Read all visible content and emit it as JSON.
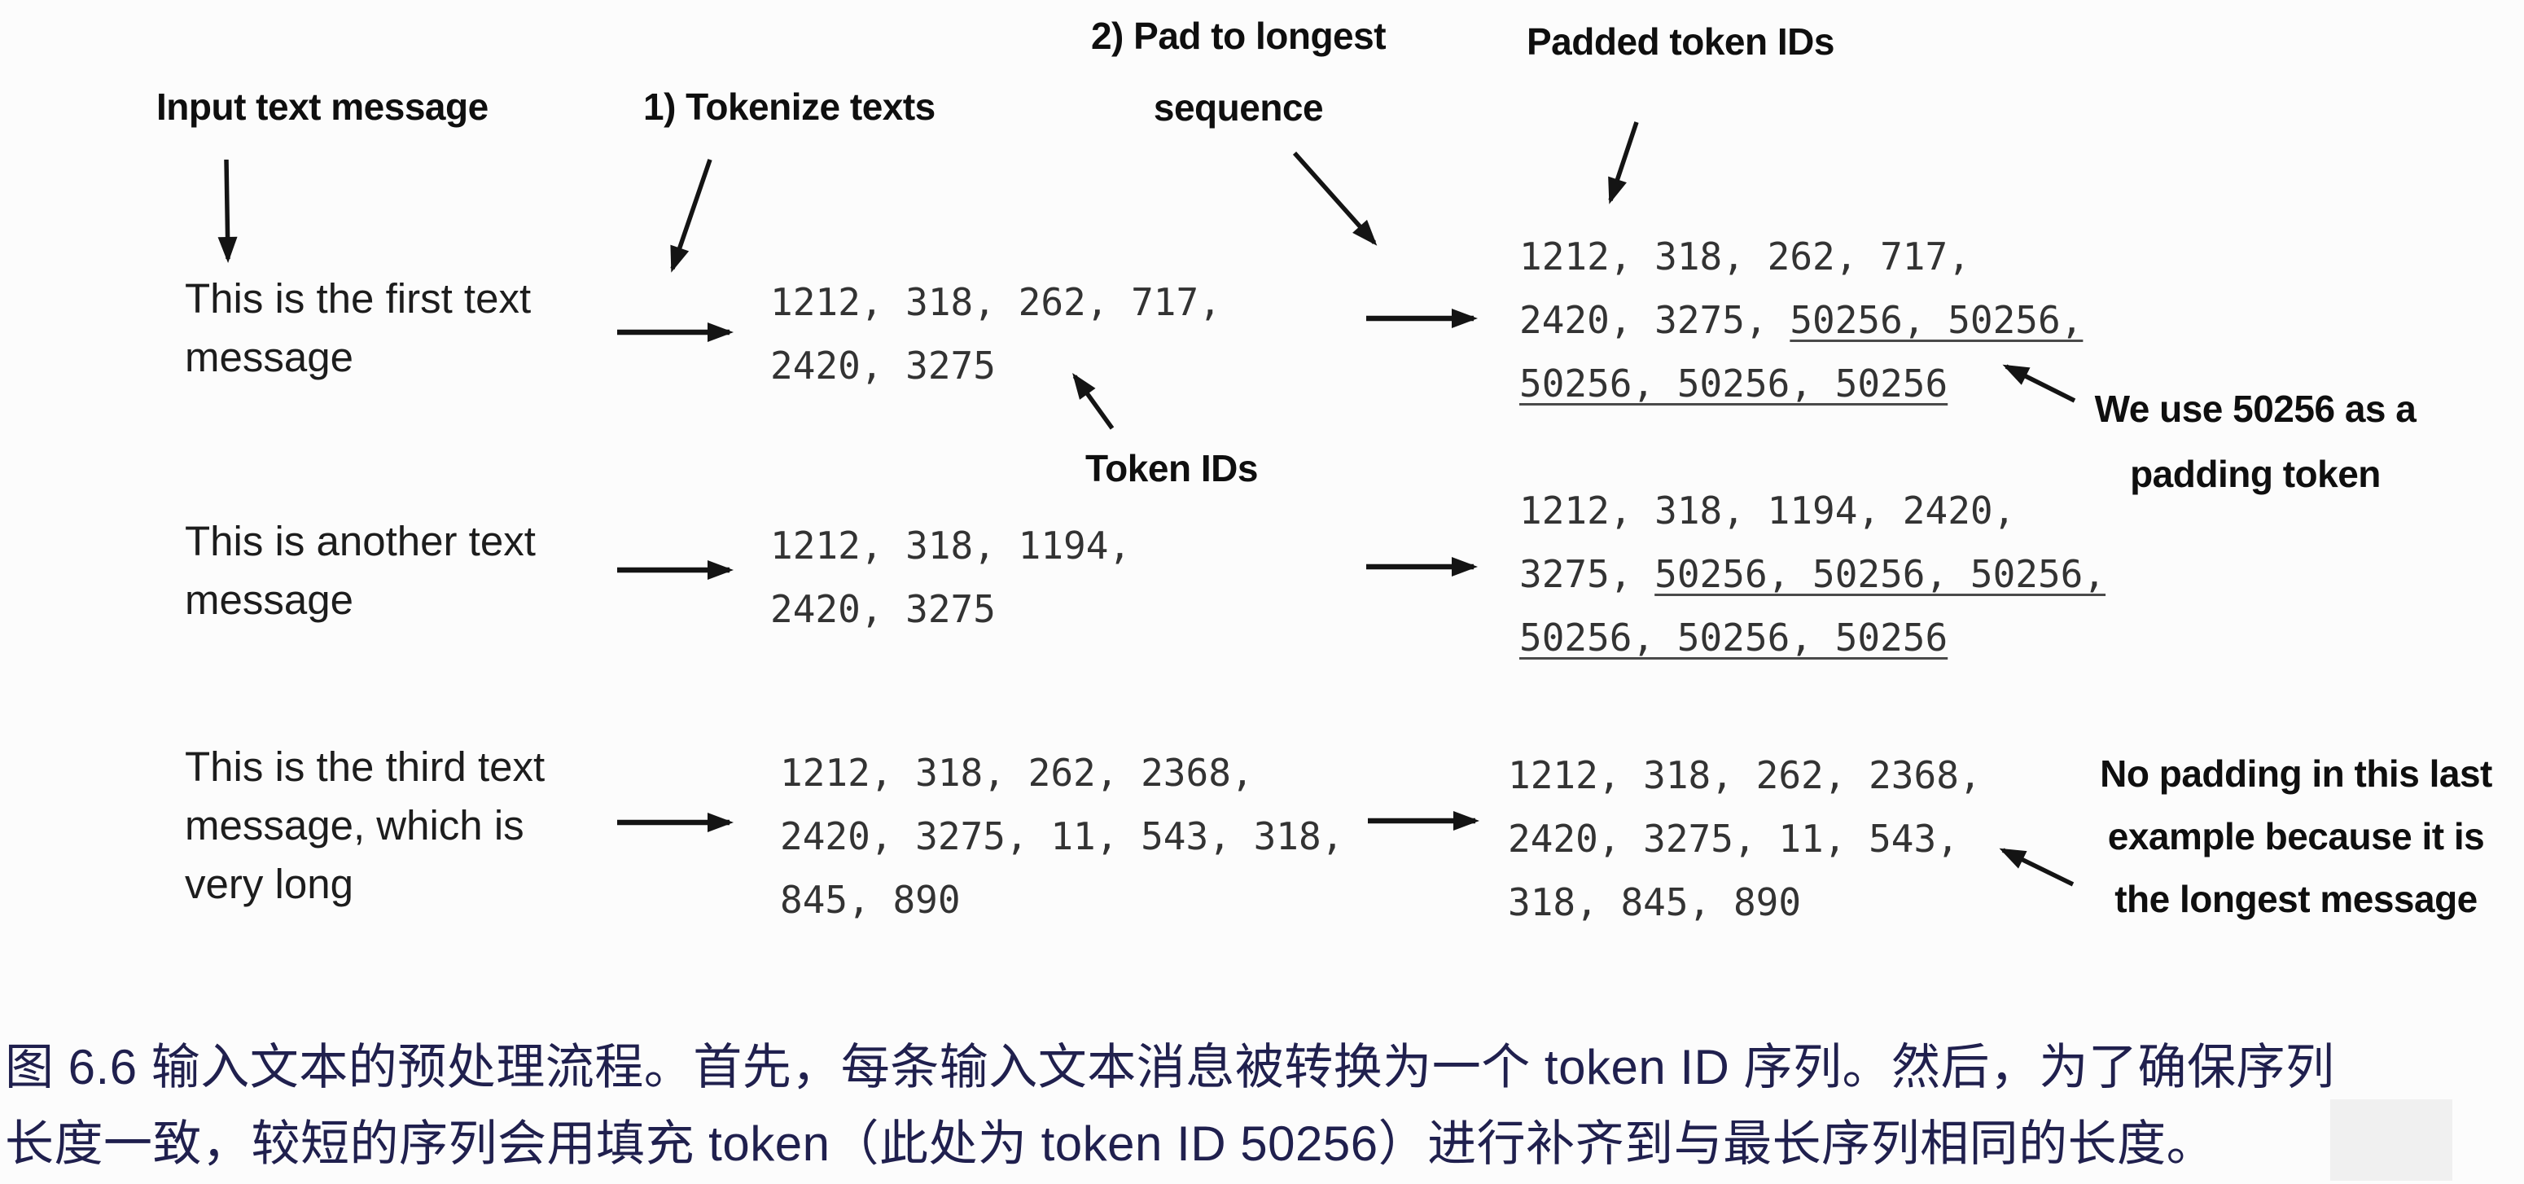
{
  "figure": {
    "type": "diagram",
    "topic": "Input text preprocessing: tokenization and padding of token ID sequences"
  },
  "colors": {
    "background": "#fcfcfc",
    "diagram_text": "#1d1d1d",
    "token_text": "#333333",
    "caption_text": "#20204e"
  },
  "labels": {
    "input_text_message": "Input text message",
    "tokenize": "1) Tokenize texts",
    "pad_line1": "2) Pad to longest",
    "pad_line2": "sequence",
    "padded_token_ids": "Padded token IDs",
    "token_ids": "Token IDs",
    "we_use_line1": "We use 50256 as a",
    "we_use_line2": "padding token",
    "no_padding_line1": "No padding in this last",
    "no_padding_line2": "example because it is",
    "no_padding_line3": "the longest message"
  },
  "rows": [
    {
      "message": [
        "This is the first text",
        "message"
      ],
      "token_ids": [
        "1212, 318, 262, 717,",
        "2420, 3275"
      ],
      "padded": [
        {
          "pre": "1212, 318, 262, 717,",
          "underlined": ""
        },
        {
          "pre": "2420, 3275, ",
          "underlined": "50256, 50256,"
        },
        {
          "pre": "",
          "underlined": "50256, 50256, 50256"
        }
      ]
    },
    {
      "message": [
        "This is another text",
        "message"
      ],
      "token_ids": [
        "1212, 318, 1194,",
        "2420, 3275"
      ],
      "padded": [
        {
          "pre": "1212, 318, 1194, 2420,",
          "underlined": ""
        },
        {
          "pre": "3275, ",
          "underlined": "50256, 50256, 50256,"
        },
        {
          "pre": "",
          "underlined": "50256, 50256, 50256"
        }
      ]
    },
    {
      "message": [
        "This is the third text",
        "message, which is",
        "very long"
      ],
      "token_ids": [
        "1212, 318, 262, 2368,",
        "2420, 3275, 11, 543, 318,",
        "845, 890"
      ],
      "padded": [
        {
          "pre": "1212, 318, 262, 2368,",
          "underlined": ""
        },
        {
          "pre": "2420, 3275, 11, 543,",
          "underlined": ""
        },
        {
          "pre": "318, 845, 890",
          "underlined": ""
        }
      ]
    }
  ],
  "padding_token_id": "50256",
  "caption": {
    "line1": "图 6.6 输入文本的预处理流程。首先，每条输入文本消息被转换为一个 token ID 序列。然后，为了确保序列",
    "line2": "长度一致，较短的序列会用填充 token（此处为 token ID 50256）进行补齐到与最长序列相同的长度。"
  }
}
